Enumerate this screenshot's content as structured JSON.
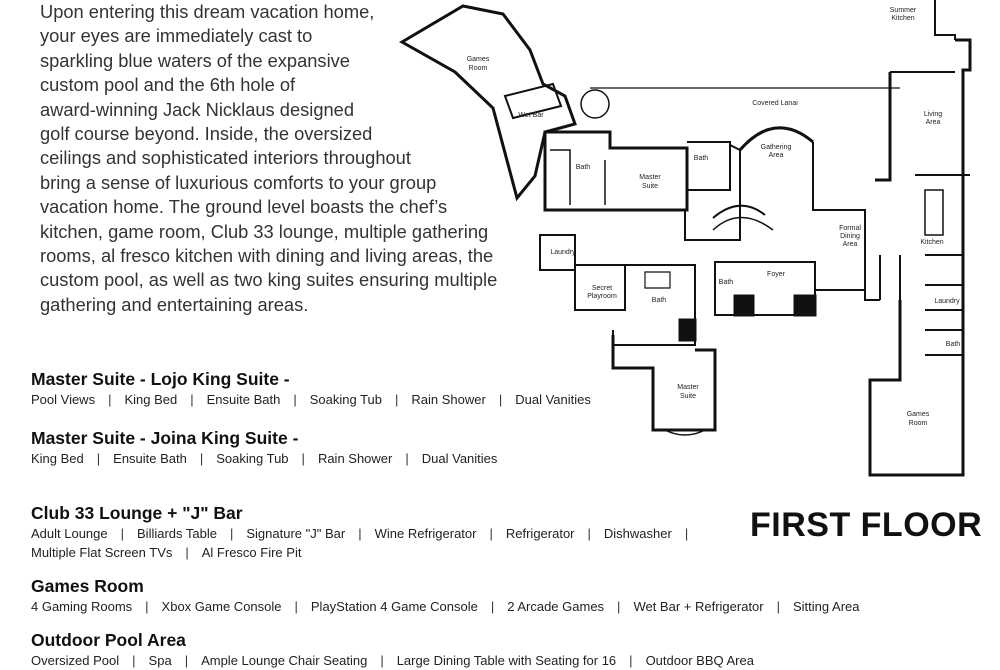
{
  "intro": {
    "lines": [
      "Upon entering this dream vacation home,",
      "your eyes are immediately cast to",
      "sparkling blue waters of the expansive",
      "custom pool and the 6th hole of",
      "award-winning Jack Nicklaus designed",
      "golf course beyond. Inside, the oversized",
      "ceilings and sophisticated interiors throughout",
      "bring a sense of luxurious comforts to your group",
      "vacation home. The ground level boasts the chef’s",
      "kitchen, game room, Club 33 lounge, multiple gathering",
      "rooms, al fresco kitchen with dining and living areas, the",
      "custom pool, as well as two king suites ensuring multiple",
      "gathering and entertaining areas."
    ]
  },
  "sections": [
    {
      "title": "Master Suite - Lojo King Suite -",
      "features": [
        [
          "Pool Views",
          "King Bed",
          "Ensuite Bath",
          "Soaking Tub",
          "Rain Shower",
          "Dual Vanities"
        ]
      ]
    },
    {
      "title": "Master Suite - Joina King Suite -",
      "features": [
        [
          "King Bed",
          "Ensuite Bath",
          "Soaking Tub",
          "Rain Shower",
          "Dual Vanities"
        ]
      ]
    },
    {
      "title": "Club 33 Lounge + \"J\" Bar",
      "features": [
        [
          "Adult Lounge",
          "Billiards Table",
          "Signature \"J\" Bar",
          "Wine Refrigerator",
          "Refrigerator",
          "Dishwasher",
          ""
        ],
        [
          "Multiple Flat Screen TVs",
          "Al Fresco Fire Pit"
        ]
      ]
    },
    {
      "title": "Games Room",
      "features": [
        [
          "4 Gaming Rooms",
          "Xbox Game Console",
          "PlayStation 4 Game Console",
          "2 Arcade Games",
          "Wet Bar + Refrigerator",
          "Sitting Area"
        ]
      ]
    },
    {
      "title": "Outdoor Pool Area",
      "features": [
        [
          "Oversized Pool",
          "Spa",
          "Ample Lounge Chair Seating",
          "Large Dining Table with Seating for 16",
          "Outdoor BBQ Area"
        ]
      ]
    }
  ],
  "floor_title": "FIRST FLOOR",
  "plan": {
    "rooms": {
      "summer_kitchen": [
        "Summer",
        "Kitchen"
      ],
      "games_room_top": [
        "Games",
        "Room"
      ],
      "covered_lanai": "Covered Lanai",
      "living_area": [
        "Living",
        "Area"
      ],
      "wet_bar": "Wet Bar",
      "gathering_area": [
        "Gathering",
        "Area"
      ],
      "bath_left": "Bath",
      "bath_mid": "Bath",
      "master_suite_top": [
        "Master",
        "Suite"
      ],
      "formal_dining": [
        "Formal",
        "Dining",
        "Area"
      ],
      "kitchen": "Kitchen",
      "laundry_left": "Laundry",
      "foyer": "Foyer",
      "bath_small": "Bath",
      "secret_playroom": [
        "Secret",
        "Playroom"
      ],
      "bath_lower": "Bath",
      "laundry_right": "Laundry",
      "bath_right": "Bath",
      "master_suite_bottom": [
        "Master",
        "Suite"
      ],
      "games_room_bottom": [
        "Games",
        "Room"
      ]
    }
  }
}
